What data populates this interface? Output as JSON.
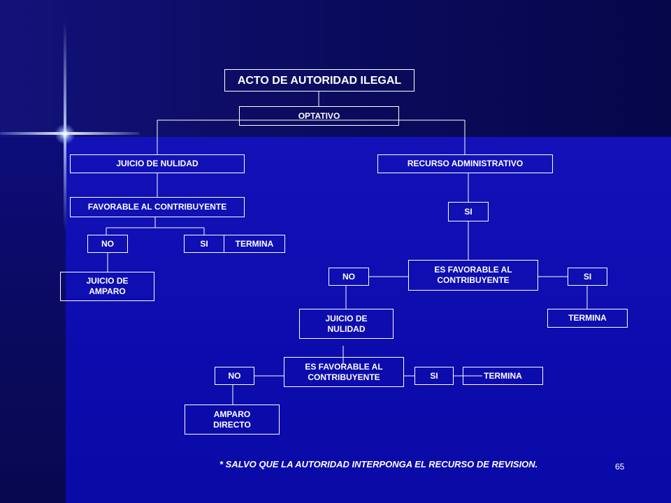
{
  "diagram": {
    "root": "ACTO DE AUTORIDAD ILEGAL",
    "optativo": "OPTATIVO",
    "left_branch": {
      "juicio_nulidad": "JUICIO DE NULIDAD",
      "favorable": "FAVORABLE  AL CONTRIBUYENTE",
      "no": "NO",
      "si": "SI",
      "termina": "TERMINA",
      "juicio_amparo": "JUICIO DE\nAMPARO"
    },
    "right_branch": {
      "recurso": "RECURSO  ADMINISTRATIVO",
      "si_top": "SI",
      "es_favorable": "ES FAVORABLE  AL\nCONTRIBUYENTE",
      "no": "NO",
      "si": "SI",
      "termina": "TERMINA",
      "juicio_nulidad": "JUICIO DE\nNULIDAD",
      "es_favorable_2": "ES FAVORABLE  AL\nCONTRIBUYENTE",
      "no_2": "NO",
      "si_2": "SI",
      "termina_2": "TERMINA",
      "amparo_directo": "AMPARO\nDIRECTO"
    }
  },
  "footer": {
    "note": "* SALVO QUE  LA AUTORIDAD  INTERPONGA  EL RECURSO DE REVISION.",
    "page_number": "65"
  }
}
